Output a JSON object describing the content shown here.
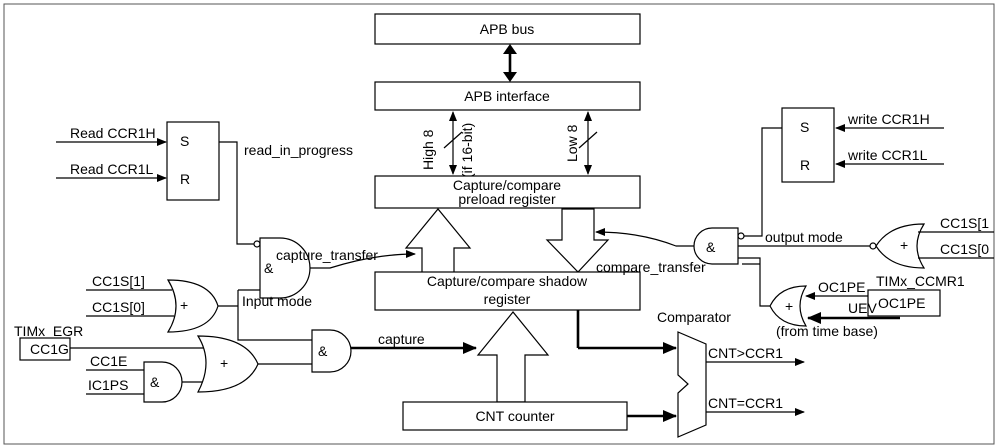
{
  "blocks": {
    "apb_bus": "APB bus",
    "apb_interface": "APB interface",
    "preload_line1": "Capture/compare",
    "preload_line2": "preload register",
    "shadow_line1": "Capture/compare shadow",
    "shadow_line2": "register",
    "cnt_counter": "CNT counter",
    "comparator_title": "Comparator",
    "comp_out_gt": "CNT>CCR1",
    "comp_out_eq": "CNT=CCR1",
    "sr_left_s": "S",
    "sr_left_r": "R",
    "sr_right_s": "S",
    "sr_right_r": "R",
    "timx_egr": "TIMx_EGR",
    "cc1g": "CC1G",
    "timx_ccmr1": "TIMx_CCMR1",
    "oc1pe_box": "OC1PE"
  },
  "signals": {
    "read_ccr1h": "Read CCR1H",
    "read_ccr1l": "Read CCR1L",
    "read_in_progress": "read_in_progress",
    "capture_transfer": "capture_transfer",
    "cc1s1_left": "CC1S[1]",
    "cc1s0_left": "CC1S[0]",
    "input_mode": "Input mode",
    "cc1e": "CC1E",
    "ic1ps": "IC1PS",
    "capture": "capture",
    "high8": "High 8",
    "if16bit": "(if 16-bit)",
    "low8": "Low 8",
    "write_ccr1h": "write CCR1H",
    "write_ccr1l": "write CCR1L",
    "output_mode": "output mode",
    "cc1s1_right": "CC1S[1",
    "cc1s0_right": "CC1S[0",
    "compare_transfer": "compare_transfer",
    "oc1pe": "OC1PE",
    "uev": "UEV",
    "from_time_base": "(from time base)"
  },
  "gates": {
    "and": "&",
    "or": "+"
  }
}
